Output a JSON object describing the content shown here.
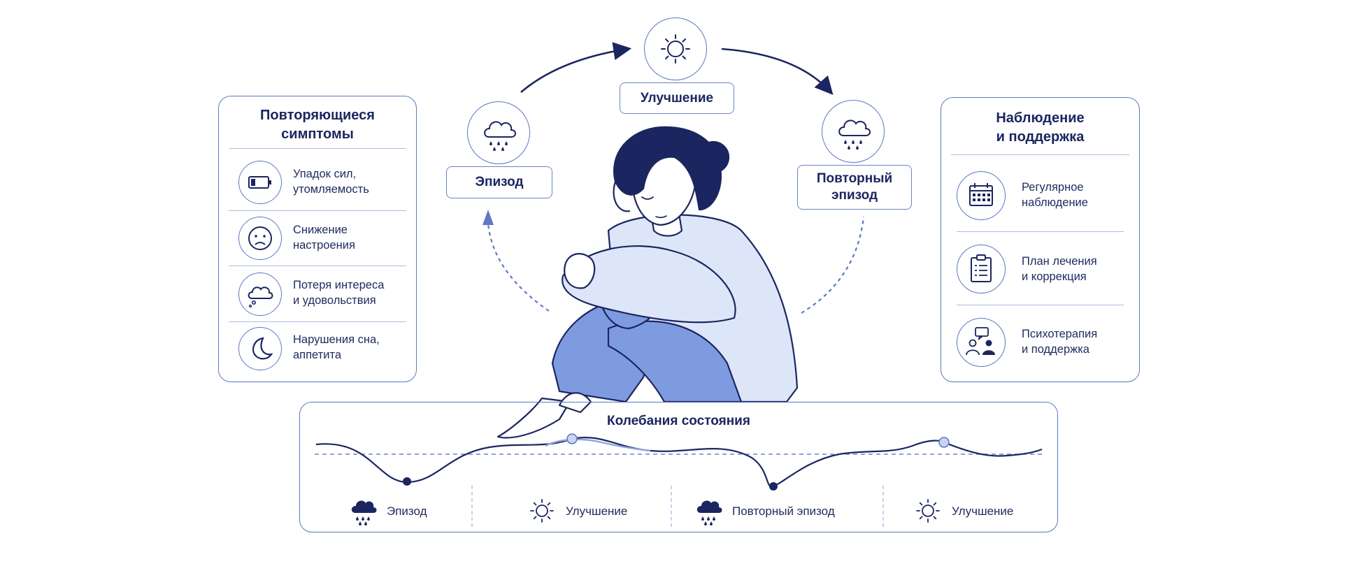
{
  "symptoms": {
    "title": "Повторяющиеся\nсимптомы",
    "items": [
      {
        "icon": "battery-low-icon",
        "label": "Упадок сил,\nутомляемость"
      },
      {
        "icon": "sad-face-icon",
        "label": "Снижение\nнастроения"
      },
      {
        "icon": "thought-cloud-icon",
        "label": "Потеря интереса\nи удовольствия"
      },
      {
        "icon": "moon-icon",
        "label": "Нарушения сна,\nаппетита"
      }
    ]
  },
  "support": {
    "title": "Наблюдение\nи поддержка",
    "items": [
      {
        "icon": "calendar-icon",
        "label": "Регулярное\nнаблюдение"
      },
      {
        "icon": "clipboard-icon",
        "label": "План лечения\nи коррекция"
      },
      {
        "icon": "people-chat-icon",
        "label": "Психотерапия\nи поддержка"
      }
    ]
  },
  "cycle": {
    "episode": "Эпизод",
    "improvement": "Улучшение",
    "repeat_episode": "Повторный\nэпизод"
  },
  "fluctuation": {
    "title": "Колебания состояния",
    "phases": [
      {
        "icon": "rain-cloud-icon",
        "label": "Эпизод"
      },
      {
        "icon": "sun-icon",
        "label": "Улучшение"
      },
      {
        "icon": "rain-cloud-icon",
        "label": "Повторный эпизод"
      },
      {
        "icon": "sun-icon",
        "label": "Улучшение"
      }
    ]
  },
  "colors": {
    "navy": "#1b2660",
    "accent": "#5d78c4",
    "clothing_light": "#dde6f8",
    "clothing_mid": "#7f9be0",
    "line_light": "#8ea4dc"
  }
}
